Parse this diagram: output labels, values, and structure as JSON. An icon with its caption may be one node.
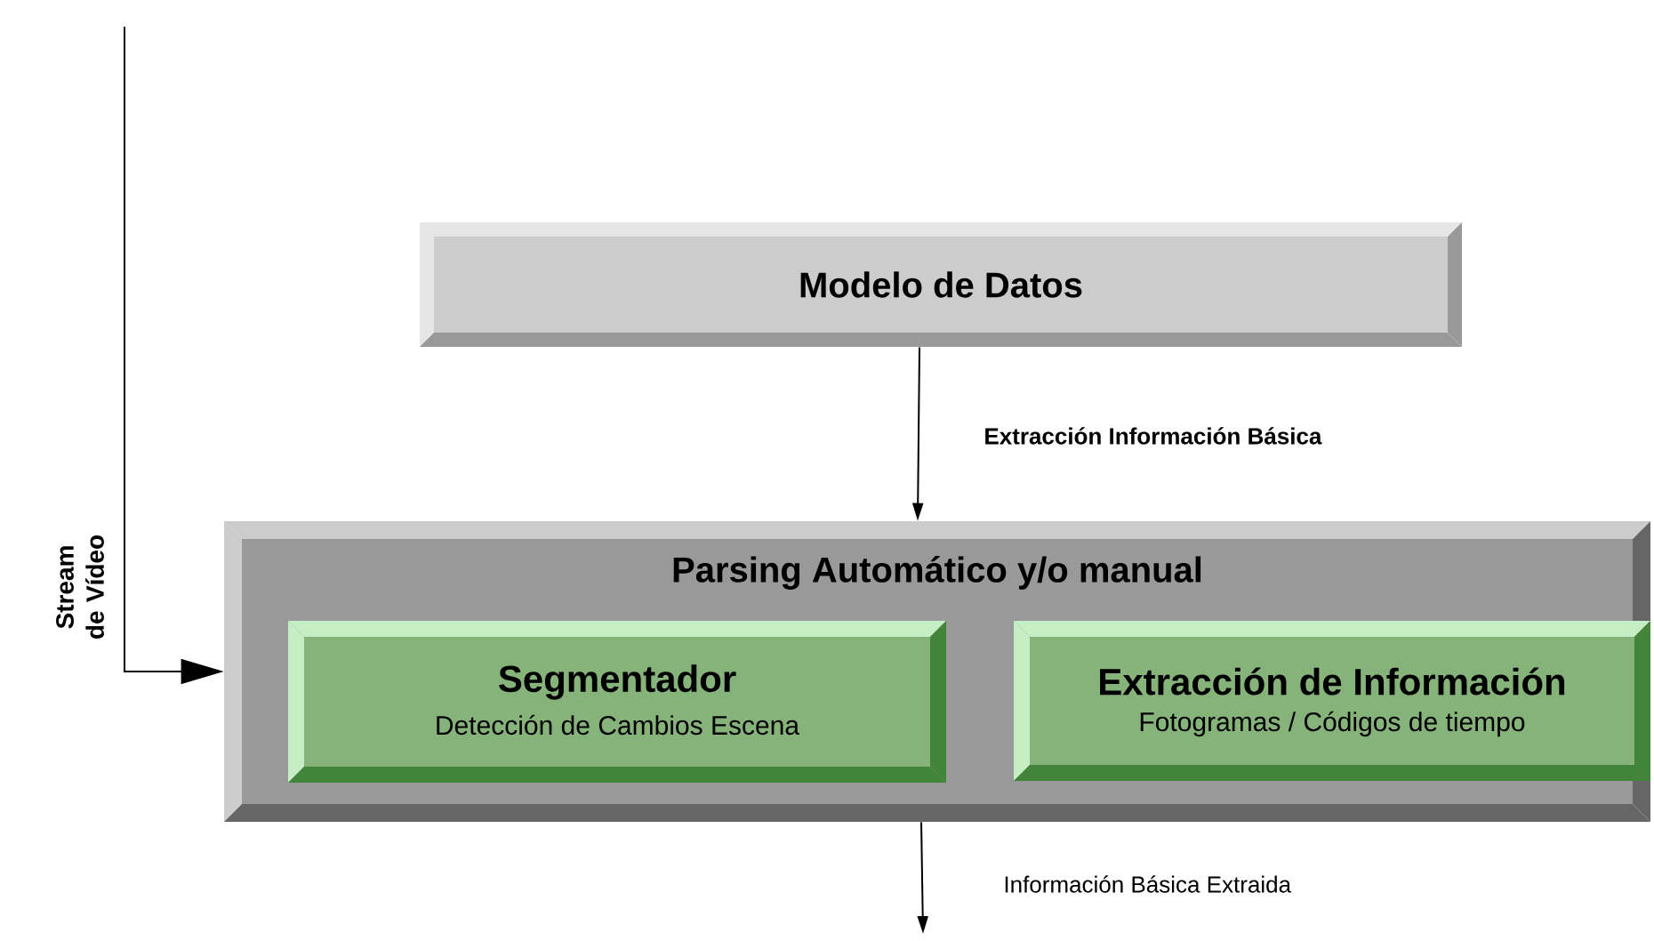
{
  "diagram": {
    "nodes": [
      {
        "text": [
          "Modelo de Datos"
        ]
      },
      {
        "text": [
          "Parsing Automático y/o manual"
        ]
      },
      {
        "text": [
          "Segmentador",
          "Detección de Cambios Escena"
        ],
        "in": 1
      },
      {
        "text": [
          "Extracción de Información",
          "Fotogramas / Códigos de tiempo"
        ],
        "in": 1
      }
    ],
    "edges": [
      {
        "from": 0,
        "to": 1,
        "arrow": "to",
        "label": "Extracción Información Básica"
      },
      {
        "from": null,
        "to": 1,
        "arrow": "to",
        "label": "Stream de Vídeo"
      },
      {
        "from": 1,
        "to": null,
        "arrow": "to",
        "label": "Información Básica Extraida"
      }
    ]
  }
}
